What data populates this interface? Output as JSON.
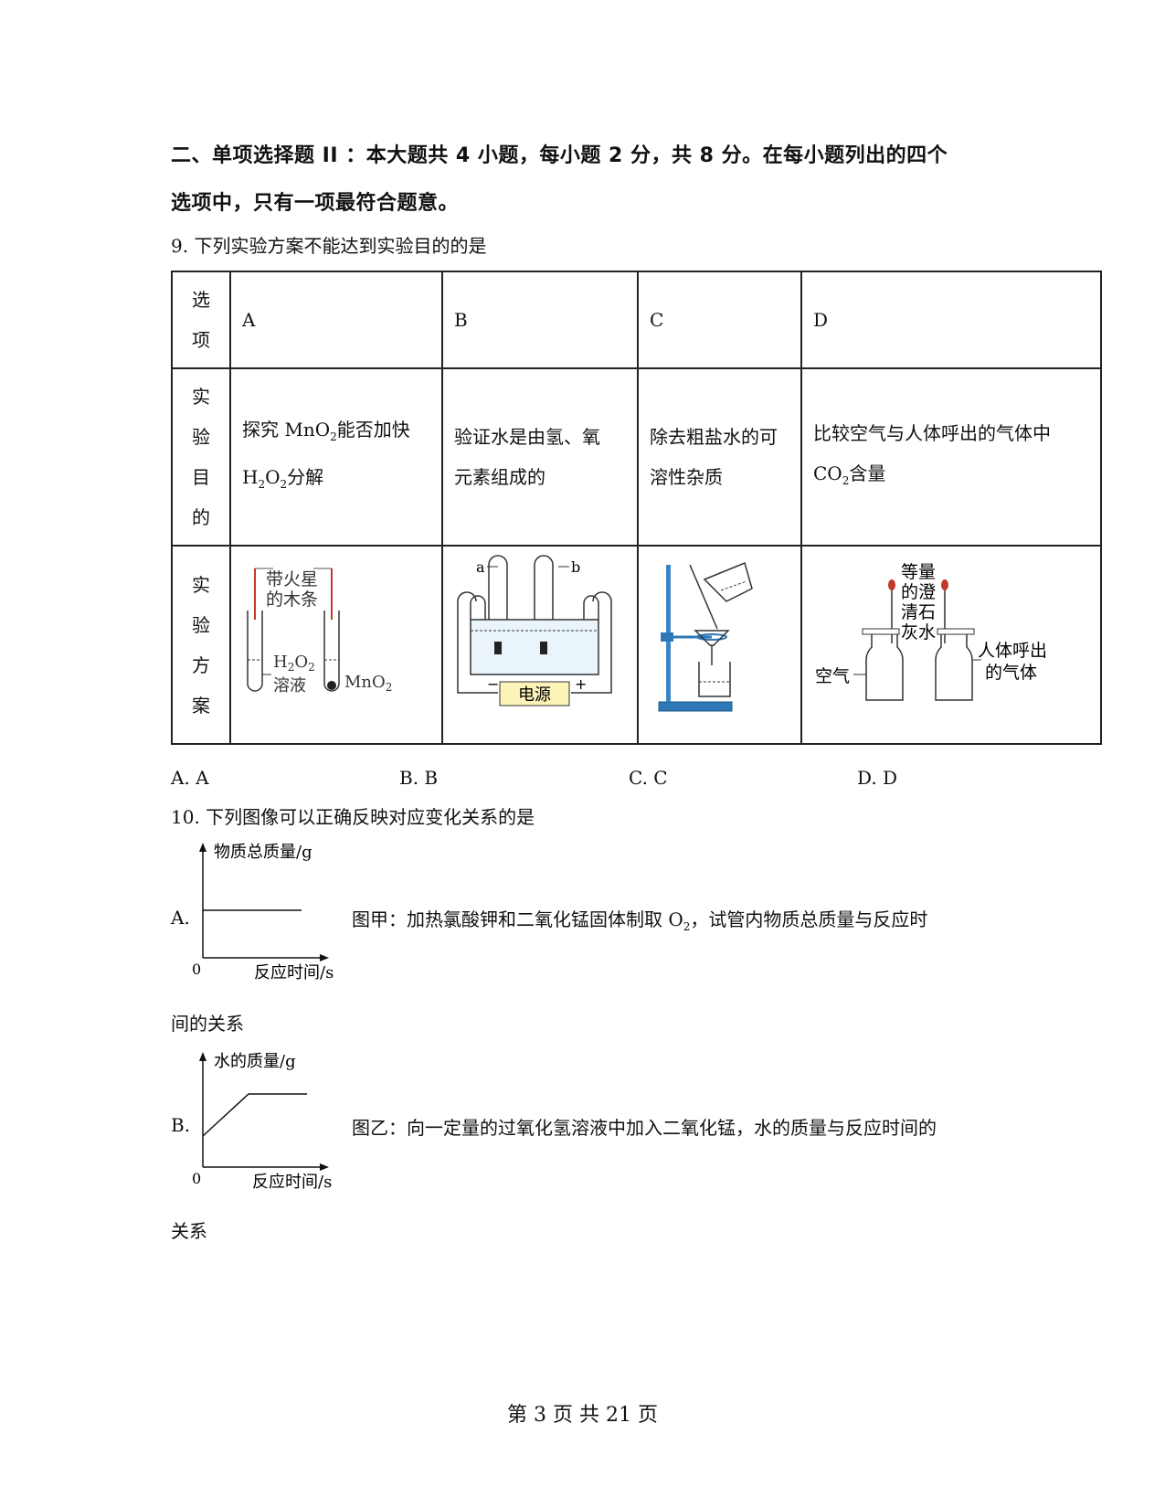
{
  "section": {
    "line1": "二、单项选择题 II ：本大题共 4 小题，每小题 2 分，共 8 分。在每小题列出的四个",
    "line2": "选项中，只有一项最符合题意。"
  },
  "q9": {
    "stem": "9. 下列实验方案不能达到实验目的的是",
    "row_headers": {
      "option": [
        "选",
        "项"
      ],
      "purpose": [
        "实",
        "验",
        "目",
        "的"
      ],
      "scheme": [
        "实",
        "验",
        "方",
        "案"
      ]
    },
    "columns": [
      "A",
      "B",
      "C",
      "D"
    ],
    "purposes": {
      "A_line1": "探究 MnO",
      "A_sub": "2",
      "A_line1_tail": "能否加快",
      "A_line2_pre": "H",
      "A_line2_sub1": "2",
      "A_line2_mid": "O",
      "A_line2_sub2": "2",
      "A_line2_tail": "分解",
      "B_line1": "验证水是由氢、氧",
      "B_line2": "元素组成的",
      "C_line1": "除去粗盐水的可",
      "C_line2": "溶性杂质",
      "D_line1": "比较空气与人体呼出的气体中",
      "D_line2_pre": "CO",
      "D_line2_sub": "2",
      "D_line2_tail": "含量"
    },
    "diagramA": {
      "label_top1": "带火星",
      "label_top2": "的木条",
      "h2o2": "H",
      "h2o2_sub1": "2",
      "h2o2_mid": "O",
      "h2o2_sub2": "2",
      "solution": "溶液",
      "mno2": "MnO",
      "mno2_sub": "2"
    },
    "diagramB": {
      "a": "a",
      "b": "b",
      "power": "电源",
      "minus": "−",
      "plus": "+"
    },
    "diagramD": {
      "top1": "等量",
      "top2": "的澄",
      "top3": "清石",
      "top4": "灰水",
      "air": "空气",
      "exhaled1": "人体呼出",
      "exhaled2": "的气体"
    },
    "options": [
      "A. A",
      "B. B",
      "C. C",
      "D. D"
    ]
  },
  "q10": {
    "stem": "10. 下列图像可以正确反映对应变化关系的是",
    "A": {
      "letter": "A.",
      "ylabel": "物质总质量/g",
      "xlabel": "反应时间/s",
      "origin": "0",
      "caption_pre": "图甲：加热氯酸钾和二氧化锰固体制取 O",
      "caption_sub": "2",
      "caption_post": "，试管内物质总质量与反应时",
      "caption_cont": "间的关系"
    },
    "B": {
      "letter": "B.",
      "ylabel": "水的质量/g",
      "xlabel": "反应时间/s",
      "origin": "0",
      "caption": "图乙：向一定量的过氧化氢溶液中加入二氧化锰，水的质量与反应时间的",
      "caption_cont": "关系"
    }
  },
  "footer": "第 3 页 共 21 页"
}
